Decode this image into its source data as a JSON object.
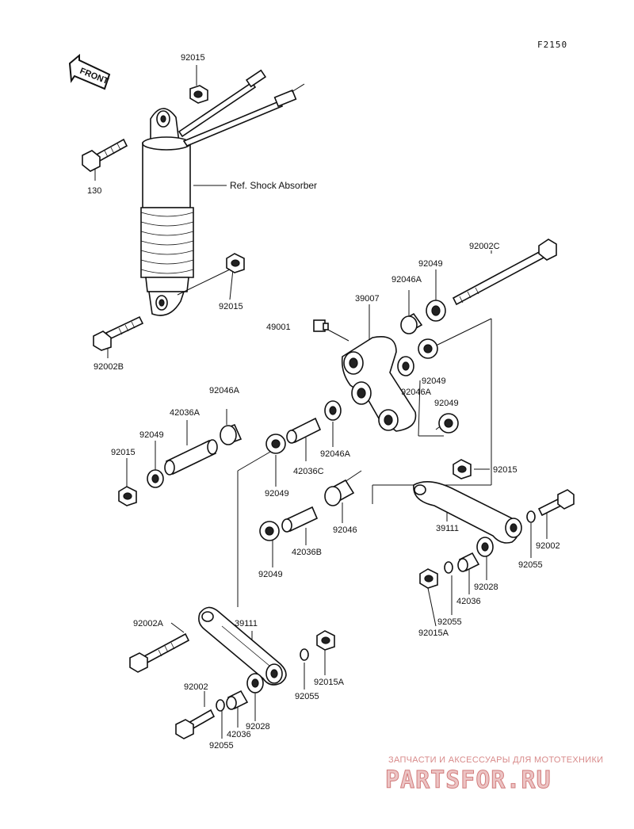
{
  "diagram": {
    "code": "F2150",
    "front_label": "FRONT",
    "ref_label": "Ref. Shock Absorber",
    "labels": {
      "p92015_top": "92015",
      "p130": "130",
      "p92015_mid": "92015",
      "p92002B": "92002B",
      "p92002C": "92002C",
      "p92049_a": "92049",
      "p92046A_a": "92046A",
      "p39007": "39007",
      "p49001": "49001",
      "p92049_b": "92049",
      "p92046A_b": "92046A",
      "p92049_c": "92049",
      "p92046A_c": "92046A",
      "p42036A": "42036A",
      "p92049_d": "92049",
      "p92015_left": "92015",
      "p42036C": "42036C",
      "p92046A_d": "92046A",
      "p92049_e": "92049",
      "p92046": "92046",
      "p42036B": "42036B",
      "p92049_f": "92049",
      "p92015_right": "92015",
      "p39111_right": "39111",
      "p92002_right": "92002",
      "p92055_right": "92055",
      "p92028_right": "92028",
      "p42036_right": "42036",
      "p92055_mid": "92055",
      "p92015A_right": "92015A",
      "p92002A": "92002A",
      "p39111_left": "39111",
      "p92002_left": "92002",
      "p42036_left": "42036",
      "p92028_left": "92028",
      "p92055_left": "92055",
      "p92055_bottom": "92055",
      "p92015A_bottom": "92015A"
    }
  },
  "watermark": {
    "tagline": "ЗАПЧАСТИ И АКСЕССУАРЫ ДЛЯ МОТОТЕХНИКИ",
    "site": "PARTSFOR.RU"
  }
}
